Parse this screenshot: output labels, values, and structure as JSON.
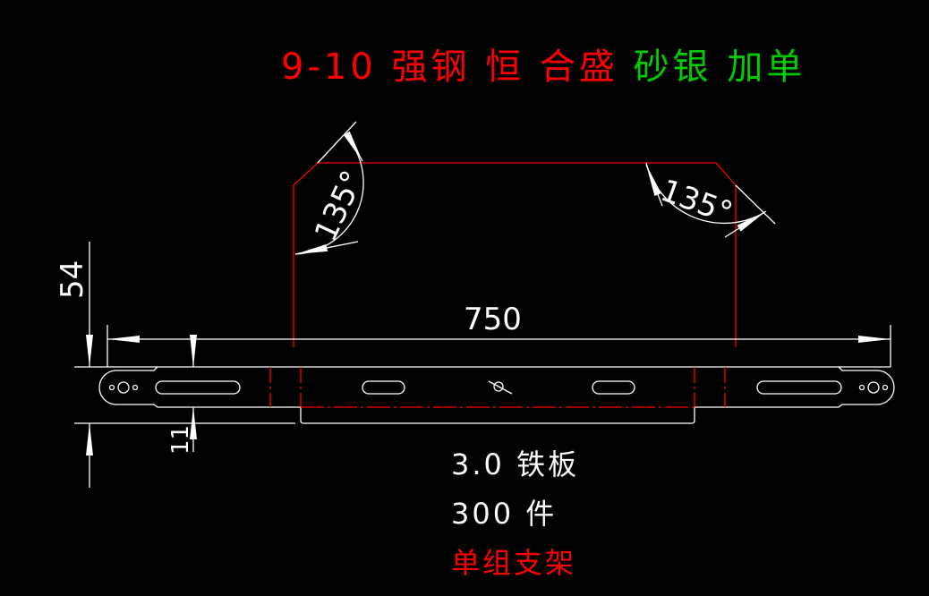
{
  "title": {
    "part1": "9-10 强钢 恒 合盛",
    "part2": "砂银 加单"
  },
  "dimensions": {
    "length": "750",
    "height": "54",
    "width": "11",
    "angle_left": "135°",
    "angle_right": "135°"
  },
  "notes": {
    "material": "3.0 铁板",
    "quantity": "300 件",
    "label": "单组支架"
  },
  "colors": {
    "title_red": "#ff0000",
    "title_green": "#00cc00",
    "lines": "#ffffff",
    "bend": "#ff0000"
  }
}
